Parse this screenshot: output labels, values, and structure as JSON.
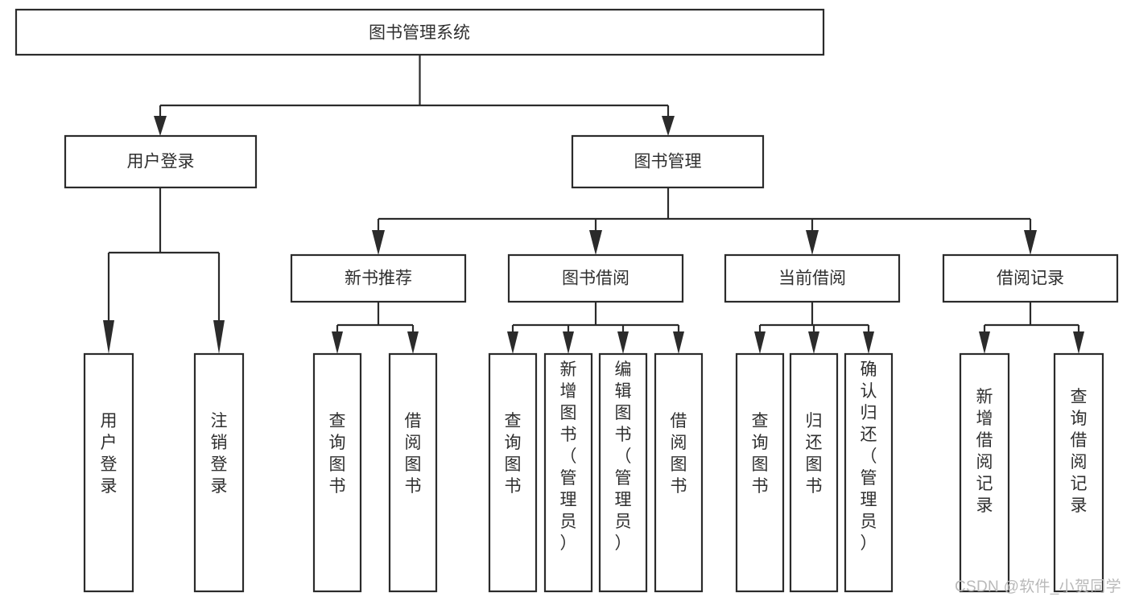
{
  "diagram": {
    "title": "图书管理系统",
    "type": "hierarchy-tree",
    "levels": 4,
    "nodes": {
      "root": {
        "label": "图书管理系统",
        "orientation": "horizontal"
      },
      "l2": [
        {
          "id": "user-login",
          "label": "用户登录",
          "orientation": "horizontal"
        },
        {
          "id": "book-manage",
          "label": "图书管理",
          "orientation": "horizontal"
        }
      ],
      "l3": [
        {
          "id": "new-book-rec",
          "label": "新书推荐",
          "orientation": "horizontal"
        },
        {
          "id": "book-borrow",
          "label": "图书借阅",
          "orientation": "horizontal"
        },
        {
          "id": "current-borrow",
          "label": "当前借阅",
          "orientation": "horizontal"
        },
        {
          "id": "borrow-record",
          "label": "借阅记录",
          "orientation": "horizontal"
        }
      ],
      "leaves": [
        {
          "id": "leaf-user-login",
          "label": "用户登录",
          "parent": "user-login",
          "orientation": "vertical"
        },
        {
          "id": "leaf-logout-login",
          "label": "注销登录",
          "parent": "user-login",
          "orientation": "vertical"
        },
        {
          "id": "leaf-query-book-1",
          "label": "查询图书",
          "parent": "new-book-rec",
          "orientation": "vertical"
        },
        {
          "id": "leaf-borrow-book-1",
          "label": "借阅图书",
          "parent": "new-book-rec",
          "orientation": "vertical"
        },
        {
          "id": "leaf-query-book-2",
          "label": "查询图书",
          "parent": "book-borrow",
          "orientation": "vertical"
        },
        {
          "id": "leaf-add-book",
          "label": "新增图书（管理员）",
          "parent": "book-borrow",
          "orientation": "vertical"
        },
        {
          "id": "leaf-edit-book",
          "label": "编辑图书（管理员）",
          "parent": "book-borrow",
          "orientation": "vertical"
        },
        {
          "id": "leaf-borrow-book-2",
          "label": "借阅图书",
          "parent": "book-borrow",
          "orientation": "vertical"
        },
        {
          "id": "leaf-query-book-3",
          "label": "查询图书",
          "parent": "current-borrow",
          "orientation": "vertical"
        },
        {
          "id": "leaf-return-book",
          "label": "归还图书",
          "parent": "current-borrow",
          "orientation": "vertical"
        },
        {
          "id": "leaf-confirm-return",
          "label": "确认归还（管理员）",
          "parent": "current-borrow",
          "orientation": "vertical"
        },
        {
          "id": "leaf-add-record",
          "label": "新增借阅记录",
          "parent": "borrow-record",
          "orientation": "vertical"
        },
        {
          "id": "leaf-query-record",
          "label": "查询借阅记录",
          "parent": "borrow-record",
          "orientation": "vertical"
        }
      ]
    },
    "colors": {
      "box_stroke": "#2b2b2b",
      "box_fill": "#ffffff",
      "text": "#2f2f2f",
      "connector": "#2b2b2b",
      "background": "#ffffff",
      "watermark": "#b9b9b9"
    }
  },
  "watermark": {
    "text": "CSDN @软件_小贺同学"
  }
}
